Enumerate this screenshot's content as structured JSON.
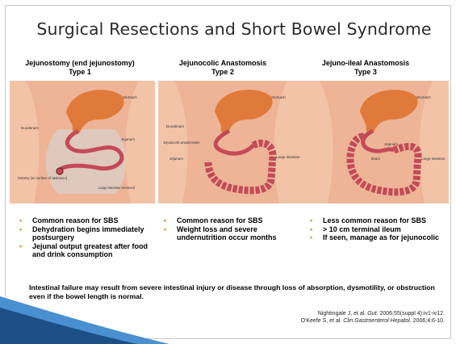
{
  "slide": {
    "title": "Surgical Resections and Short Bowel Syndrome",
    "colors": {
      "bullet": "#e88a1a",
      "swoosh_dark": "#1d4f86",
      "swoosh_light": "#4a8fd0",
      "bowel": "#c44a57",
      "stomach": "#e07a3a",
      "skin": "#f2c3a6"
    }
  },
  "columns": [
    {
      "title": "Jejunostomy (end jejunostomy)",
      "type": "Type 1",
      "labels": [
        "Stomach",
        "Duodenum",
        "Jejunum",
        "Ostomy (on surface of abdomen)",
        "Large intestine removed"
      ],
      "bullets": [
        "Common reason for SBS",
        "Dehydration begins immediately postsurgery",
        "Jejunal output greatest after food and drink consumption"
      ]
    },
    {
      "title": "Jejunocolic Anastomosis",
      "type": "Type 2",
      "labels": [
        "Stomach",
        "Duodenum",
        "Jejunocolic anastomosis",
        "Jejunum",
        "Large intestine"
      ],
      "bullets": [
        "Common reason for SBS",
        "Weight loss and severe undernutrition occur months"
      ]
    },
    {
      "title": "Jejuno-ileal Anastomosis",
      "type": "Type 3",
      "labels": [
        "Stomach",
        "Jejunum",
        "Ileum",
        "Large intestine"
      ],
      "bullets": [
        "Less common reason for SBS",
        "> 10 cm terminal ileum",
        "If seen, manage as for jejunocolic"
      ]
    }
  ],
  "footnote": "Intestinal failure may result from severe intestinal injury or disease through loss of absorption, dysmotility, or obstruction even if the bowel length is normal.",
  "citations": [
    {
      "plain_a": "Nightingale J, et al. ",
      "italic": "Gut",
      "plain_b": ". 2006;55(suppl 4):iv1-iv12."
    },
    {
      "plain_a": "O'Keefe S, et al. ",
      "italic": "Clin Gastroenterol Hepatol",
      "plain_b": ". 2006;4:6-10."
    }
  ]
}
